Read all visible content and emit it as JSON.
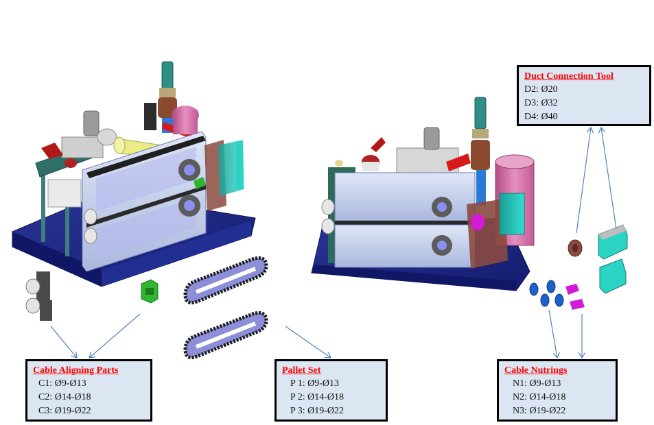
{
  "figure": {
    "subject": "cable pulling machine with accessory parts",
    "colors": {
      "callout_fill": "#dce6f2",
      "callout_border": "#000000",
      "callout_title": "#ff0000",
      "callout_text": "#111111",
      "arrow": "#4f81bd",
      "base_plate": "#1f2a8a",
      "housing": "#c9d6ee",
      "chain_black": "#1a1a1a",
      "chain_blue": "#8c8fd8",
      "nutring_blue": "#1f5fc8",
      "nutring_magenta": "#d21ad8",
      "duct_tool_teal": "#2ad3c4",
      "duct_tool_brown": "#8a4a3e",
      "aligning_green": "#2fb52f"
    }
  },
  "callouts": {
    "cable_aligning": {
      "title": "Cable Aligning Parts",
      "items": [
        "C1: Ø9-Ø13",
        "C2: Ø14-Ø18",
        "C3: Ø19-Ø22"
      ]
    },
    "pallet_set": {
      "title": "Pallet Set",
      "items": [
        "P 1: Ø9-Ø13",
        "P 2: Ø14-Ø18",
        "P 3: Ø19-Ø22"
      ]
    },
    "cable_nutrings": {
      "title": "Cable Nutrings",
      "items": [
        "N1: Ø9-Ø13",
        "N2: Ø14-Ø18",
        "N3: Ø19-Ø22"
      ]
    },
    "duct_connection": {
      "title": "Duct Connection Tool",
      "items": [
        "D2: Ø20",
        "D3: Ø32",
        "D4: Ø40"
      ]
    }
  }
}
